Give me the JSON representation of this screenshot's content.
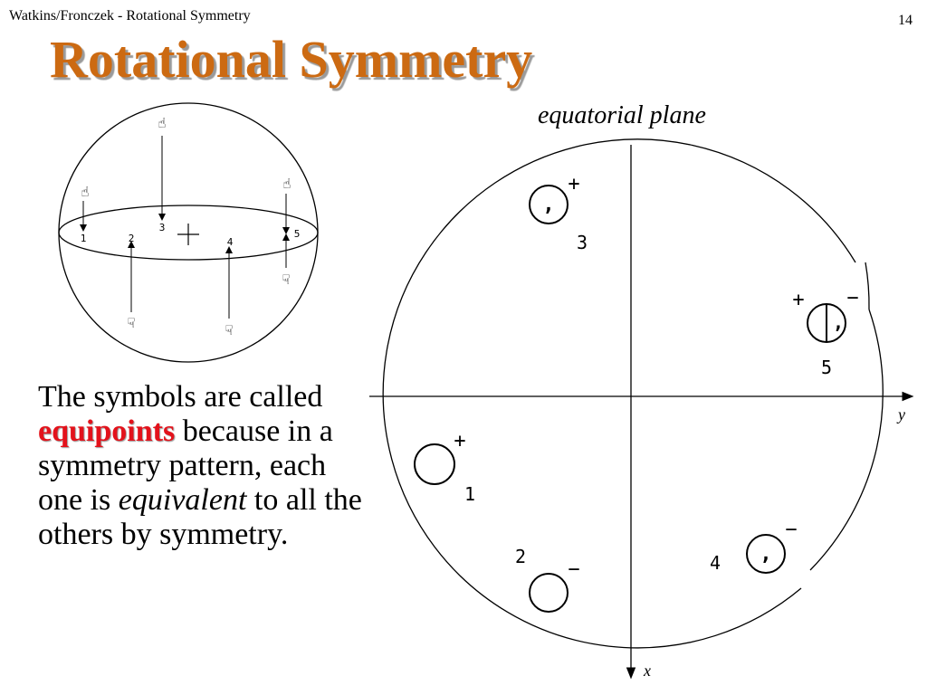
{
  "header": {
    "course": "Watkins/Fronczek - Rotational Symmetry",
    "page_number": "14"
  },
  "slide": {
    "title": "Rotational Symmetry"
  },
  "body": {
    "part1": "The symbols are called ",
    "highlight": "equipoints",
    "part2": " because in a symmetry pattern, each one is ",
    "italic": "equivalent",
    "part3": " to all the others by symmetry."
  },
  "stereogram": {
    "title": "equatorial plane",
    "axis_y": "y",
    "axis_x": "x",
    "points": [
      {
        "label": "1",
        "sign": "+"
      },
      {
        "label": "2",
        "sign": "−"
      },
      {
        "label": "3",
        "sign": "+"
      },
      {
        "label": "4",
        "sign": "−"
      },
      {
        "label": "5",
        "sign_left": "+",
        "sign_right": "−"
      }
    ]
  },
  "sphere": {
    "labels": [
      "1",
      "2",
      "3",
      "4",
      "5"
    ]
  },
  "colors": {
    "title": "#cc6a12",
    "highlight": "#e3121b"
  }
}
